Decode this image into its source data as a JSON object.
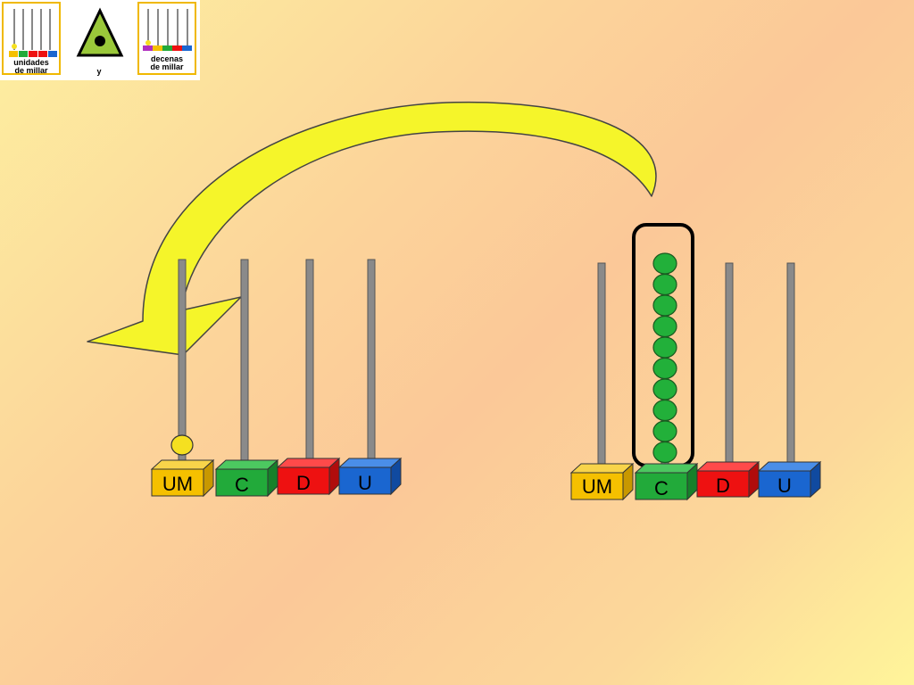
{
  "title_cards": [
    {
      "label_line1": "unidades",
      "label_line2": "de  millar",
      "icon": "abacus-um-icon"
    },
    {
      "label": "y",
      "icon": "triangle-dot-icon"
    },
    {
      "label_line1": "decenas",
      "label_line2": "de millar",
      "icon": "abacus-dm-icon"
    }
  ],
  "colors": {
    "um": "#f5c000",
    "c": "#22aa3a",
    "d": "#ee1111",
    "u": "#1a66d0",
    "arrow": "#f5f52a",
    "rod": "#8a8a8a",
    "bead_green": "#22b03a",
    "bead_yellow": "#f5e020",
    "dm": "#b030c0"
  },
  "abacus_left": {
    "labels": [
      "UM",
      "C",
      "D",
      "U"
    ],
    "beads": [
      1,
      0,
      0,
      0
    ]
  },
  "abacus_right": {
    "labels": [
      "UM",
      "C",
      "D",
      "U"
    ],
    "beads": [
      0,
      10,
      0,
      0
    ],
    "highlighted_column": 1
  }
}
